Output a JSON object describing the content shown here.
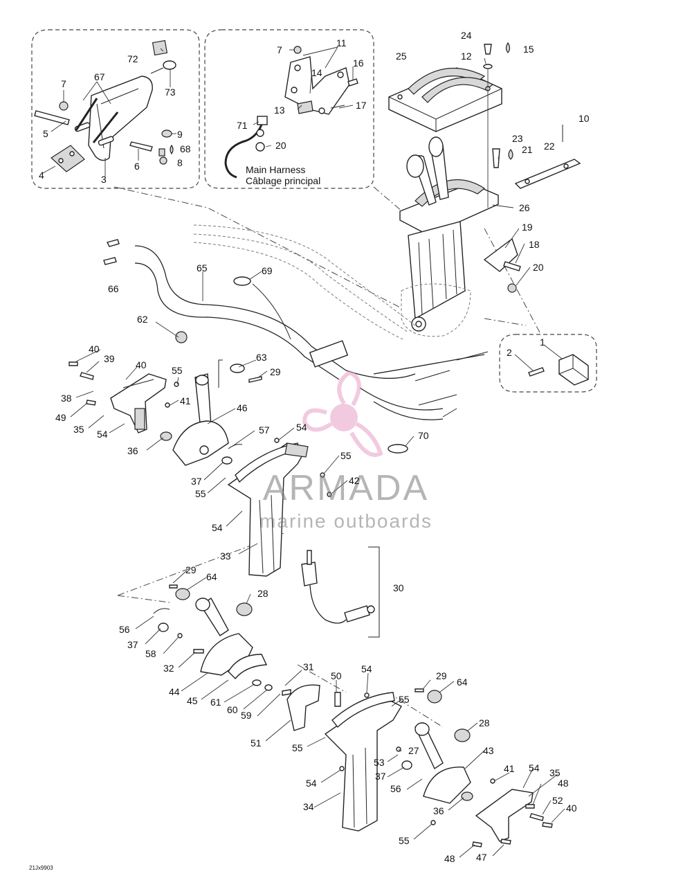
{
  "diagram": {
    "inset_label_en": "Main Harness",
    "inset_label_fr": "Câblage principal",
    "drawing_code": "21Jx9903",
    "watermark": {
      "brand": "ARMADA",
      "tagline": "marine outboards",
      "color": "#e8a0c8"
    },
    "callouts": {
      "c1": "1",
      "c2": "2",
      "c3": "3",
      "c4": "4",
      "c5": "5",
      "c6": "6",
      "c7a": "7",
      "c7b": "7",
      "c8": "8",
      "c9": "9",
      "c10": "10",
      "c11": "11",
      "c12": "12",
      "c13": "13",
      "c14": "14",
      "c15": "15",
      "c16": "16",
      "c17": "17",
      "c18": "18",
      "c19": "19",
      "c20a": "20",
      "c20b": "20",
      "c21": "21",
      "c22": "22",
      "c23": "23",
      "c24": "24",
      "c25": "25",
      "c26": "26",
      "c27": "27",
      "c28a": "28",
      "c28b": "28",
      "c29a": "29",
      "c29b": "29",
      "c29c": "29",
      "c30": "30",
      "c31": "31",
      "c32": "32",
      "c33": "33",
      "c34": "34",
      "c35a": "35",
      "c35b": "35",
      "c36a": "36",
      "c36b": "36",
      "c37a": "37",
      "c37b": "37",
      "c37c": "37",
      "c38": "38",
      "c39": "39",
      "c40a": "40",
      "c40b": "40",
      "c40c": "40",
      "c41a": "41",
      "c41b": "41",
      "c42": "42",
      "c43": "43",
      "c44": "44",
      "c45": "45",
      "c46": "46",
      "c47": "47",
      "c48a": "48",
      "c48b": "48",
      "c49": "49",
      "c50": "50",
      "c51": "51",
      "c52": "52",
      "c53": "53",
      "c54a": "54",
      "c54b": "54",
      "c54c": "54",
      "c54d": "54",
      "c54e": "54",
      "c54f": "54",
      "c55a": "55",
      "c55b": "55",
      "c55c": "55",
      "c55d": "55",
      "c55e": "55",
      "c55f": "55",
      "c56a": "56",
      "c56b": "56",
      "c57": "57",
      "c58": "58",
      "c59": "59",
      "c60": "60",
      "c61": "61",
      "c62": "62",
      "c63": "63",
      "c64a": "64",
      "c64b": "64",
      "c65": "65",
      "c66": "66",
      "c67": "67",
      "c68": "68",
      "c69": "69",
      "c70": "70",
      "c71": "71",
      "c72": "72",
      "c73": "73"
    }
  }
}
